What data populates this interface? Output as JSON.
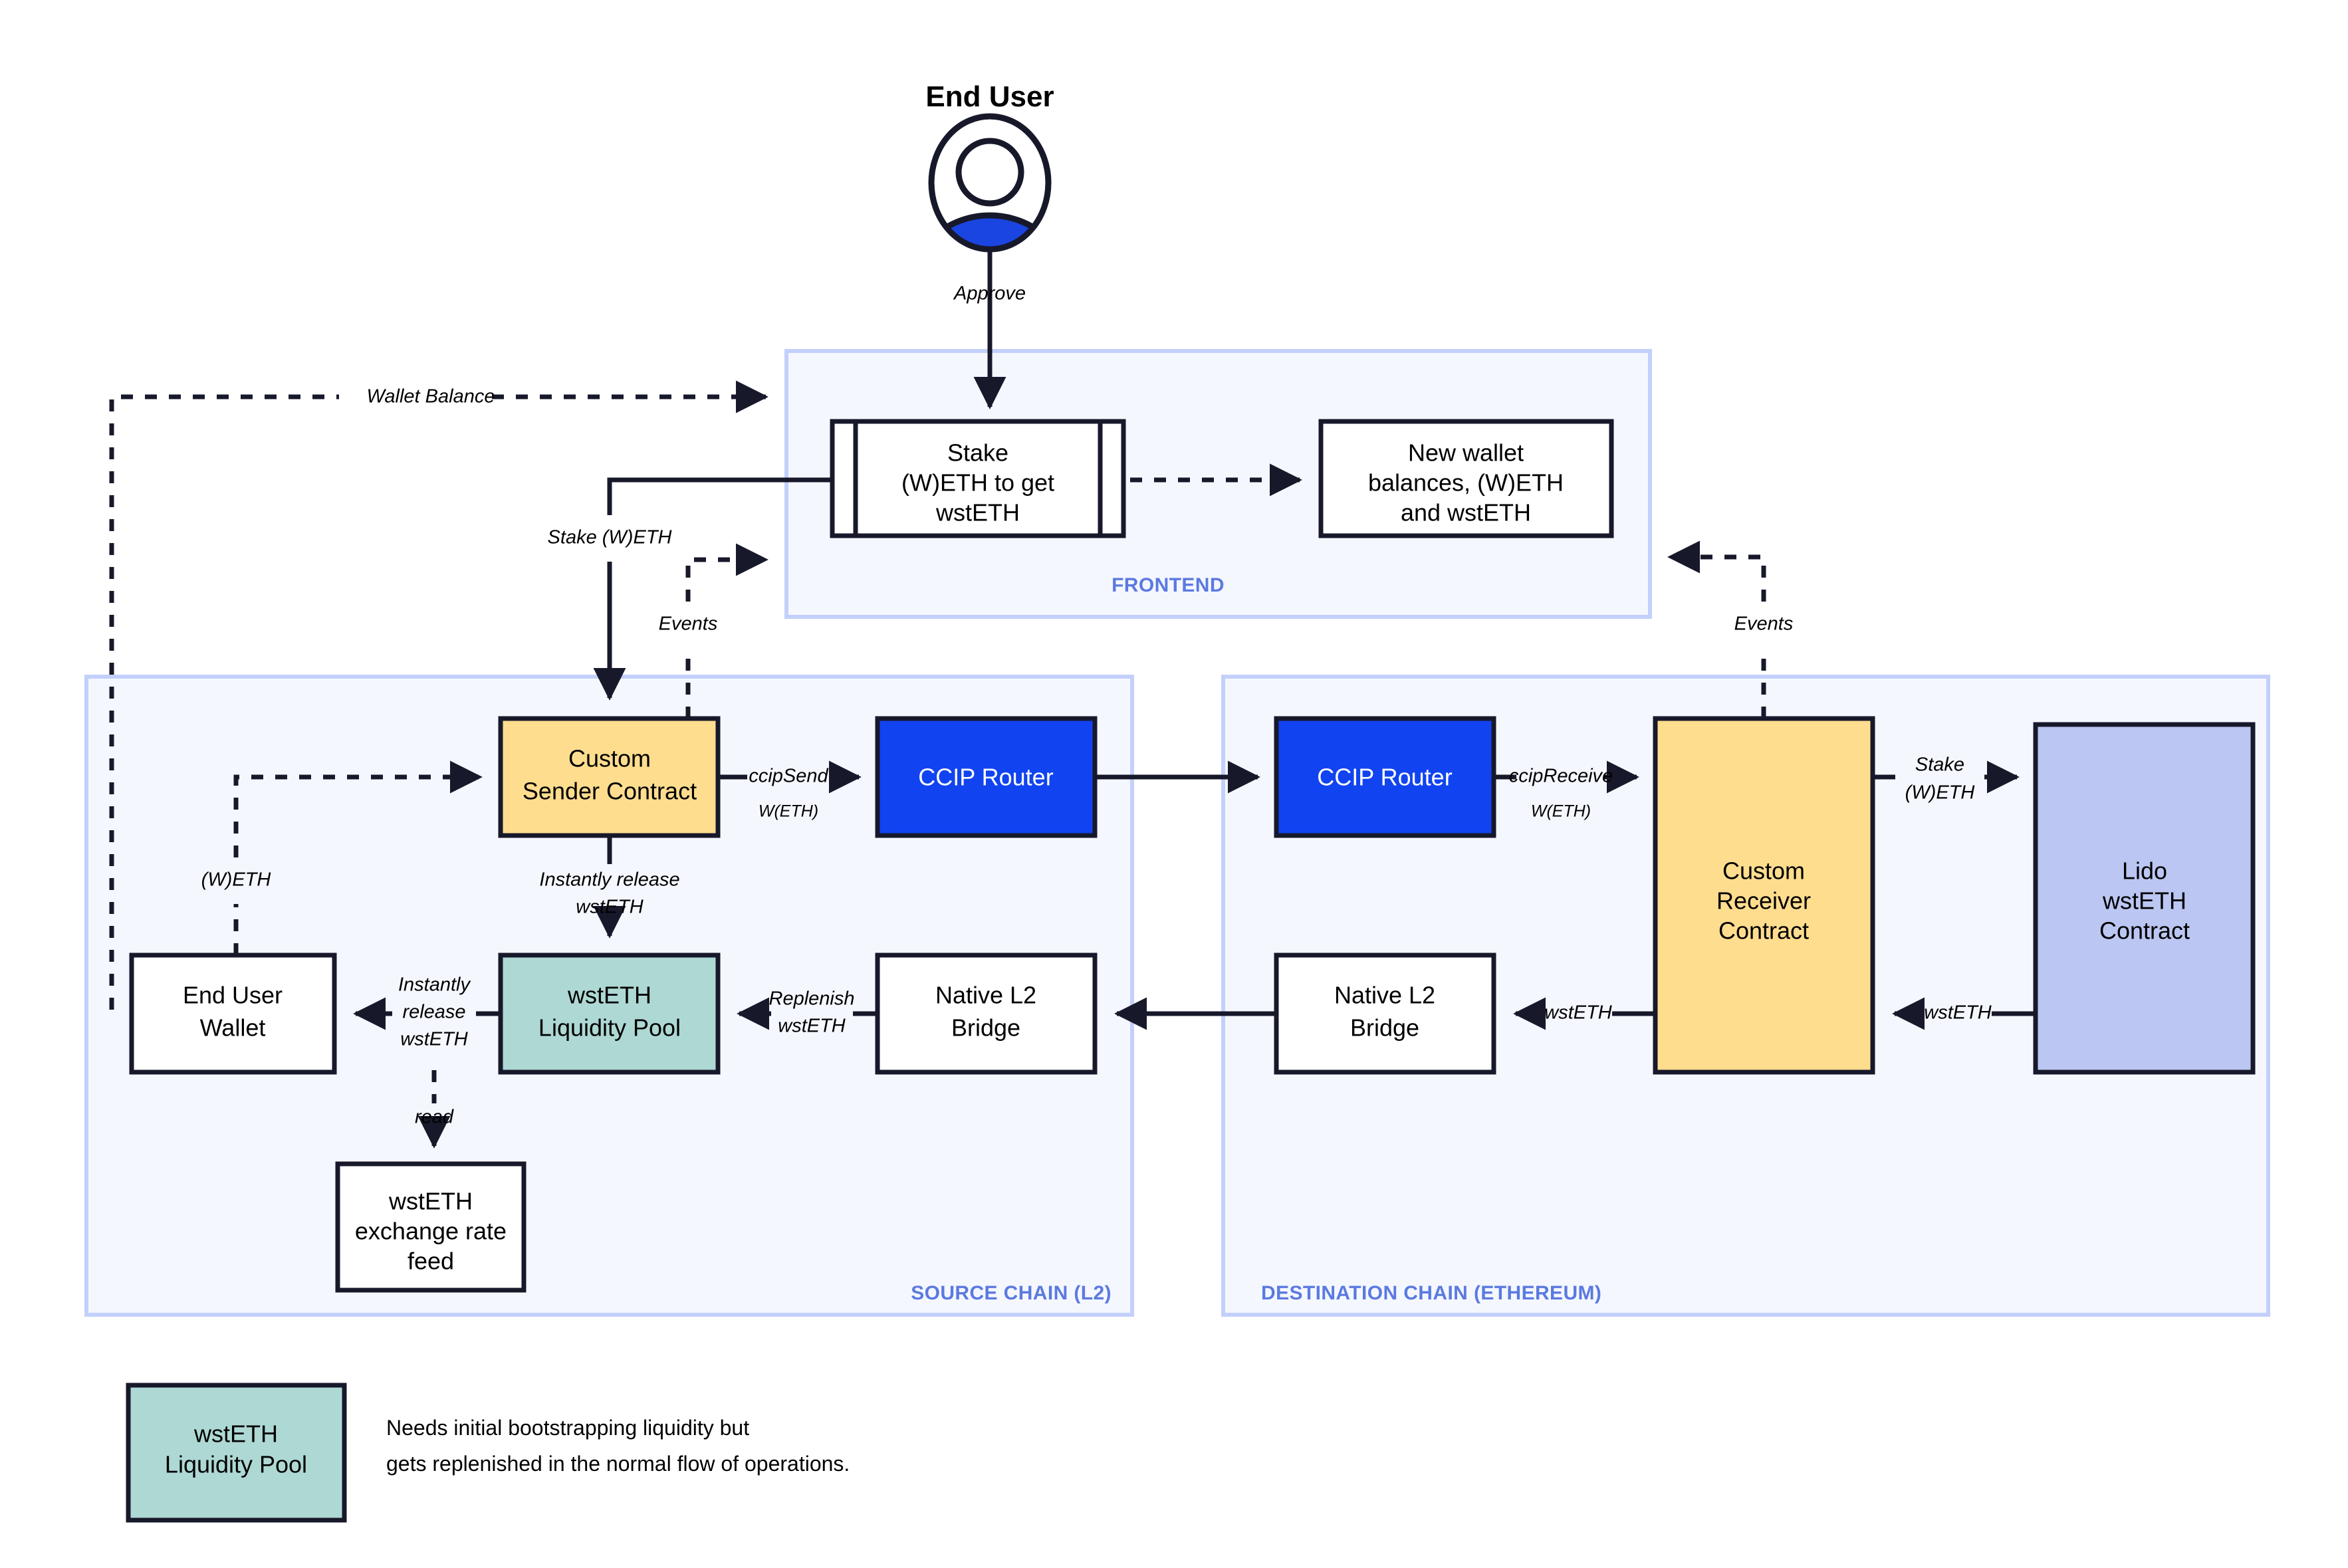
{
  "actor": {
    "title": "End User",
    "icon": "user-avatar-icon",
    "approve_label": "Approve"
  },
  "zones": {
    "frontend": {
      "label": "FRONTEND"
    },
    "source_chain": {
      "label": "SOURCE CHAIN (L2)"
    },
    "destination_chain": {
      "label": "DESTINATION CHAIN (ETHEREUM)"
    }
  },
  "nodes": {
    "stake_form": {
      "line1": "Stake",
      "line2": "(W)ETH to get",
      "line3": "wstETH"
    },
    "new_balances": {
      "line1": "New wallet",
      "line2": "balances, (W)ETH",
      "line3": "and wstETH"
    },
    "custom_sender": {
      "line1": "Custom",
      "line2": "Sender Contract"
    },
    "ccip_router_src": {
      "line1": "CCIP Router"
    },
    "ccip_router_dst": {
      "line1": "CCIP Router"
    },
    "custom_receiver": {
      "line1": "Custom",
      "line2": "Receiver",
      "line3": "Contract"
    },
    "lido_contract": {
      "line1": "Lido",
      "line2": "wstETH",
      "line3": "Contract"
    },
    "end_user_wallet": {
      "line1": "End User",
      "line2": "Wallet"
    },
    "liquidity_pool": {
      "line1": "wstETH",
      "line2": "Liquidity Pool"
    },
    "native_bridge_src": {
      "line1": "Native L2",
      "line2": "Bridge"
    },
    "native_bridge_dst": {
      "line1": "Native L2",
      "line2": "Bridge"
    },
    "rate_feed": {
      "line1": "wstETH",
      "line2": "exchange rate",
      "line3": "feed"
    }
  },
  "edges": {
    "wallet_balance": "Wallet Balance",
    "stake_weth": "Stake (W)ETH",
    "events_left": "Events",
    "events_right": "Events",
    "weth_left": "(W)ETH",
    "ccip_send": "ccipSend",
    "ccip_send_sub": "W(ETH)",
    "ccip_receive": "ccipReceive",
    "ccip_receive_sub": "W(ETH)",
    "stake_weth_dst_l1": "Stake",
    "stake_weth_dst_l2": "(W)ETH",
    "instantly_release_l1": "Instantly release",
    "instantly_release_l2": "wstETH",
    "instantly_release_wallet_l1": "Instantly",
    "instantly_release_wallet_l2": "release",
    "instantly_release_wallet_l3": "wstETH",
    "replenish_l1": "Replenish",
    "replenish_l2": "wstETH",
    "wsteth_mid": "wstETH",
    "wsteth_right": "wstETH",
    "read": "read"
  },
  "legend": {
    "swatch": {
      "line1": "wstETH",
      "line2": "Liquidity Pool"
    },
    "note_line1": "Needs initial bootstrapping liquidity but",
    "note_line2": "gets replenished in the normal flow of operations."
  },
  "colors": {
    "zone_fill": "#f5f7ff",
    "zone_stroke": "#c3d0fb",
    "zone_label": "#5b7ae0",
    "contract_yellow": "#ffdd8f",
    "pool_teal": "#aed8d4",
    "router_blue": "#1144f0",
    "lido_periwinkle": "#bcc6f2",
    "stroke_dark": "#17192b"
  }
}
